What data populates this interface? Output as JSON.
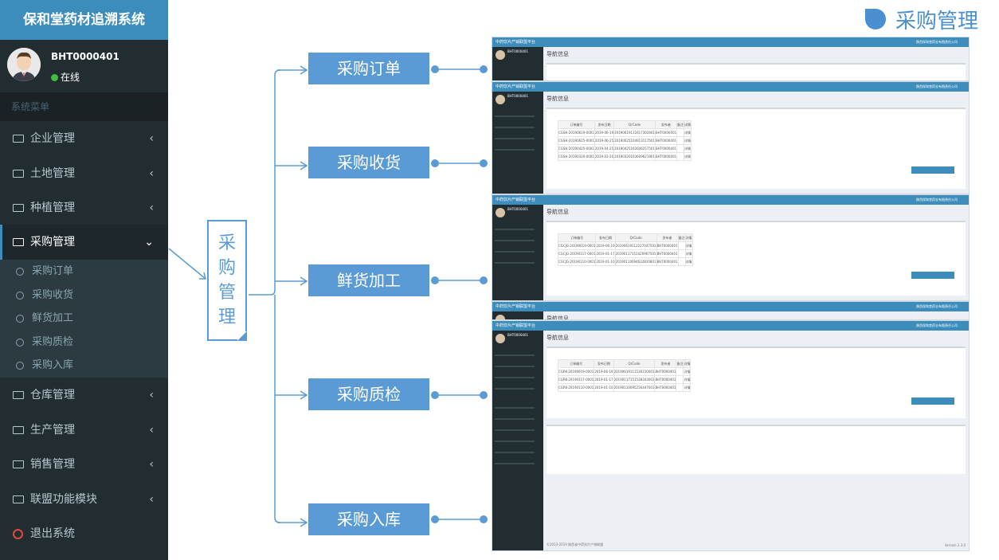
{
  "sidebar": {
    "brand": "保和堂药材追溯系统",
    "user": {
      "name": "BHT0000401",
      "status": "在线"
    },
    "section_header": "系统菜单",
    "menus": [
      {
        "label": "企业管理"
      },
      {
        "label": "土地管理"
      },
      {
        "label": "种植管理"
      },
      {
        "label": "采购管理"
      },
      {
        "label": "仓库管理"
      },
      {
        "label": "生产管理"
      },
      {
        "label": "销售管理"
      },
      {
        "label": "联盟功能模块"
      }
    ],
    "submenu": [
      "采购订单",
      "采购收货",
      "鲜货加工",
      "采购质检",
      "采购入库"
    ],
    "logout": "退出系统"
  },
  "page_title": "采购管理",
  "diagram": {
    "center_chars": [
      "采",
      "购",
      "管",
      "理"
    ],
    "nodes": [
      "采购订单",
      "采购收货",
      "鲜货加工",
      "采购质检",
      "采购入库"
    ]
  },
  "screens": {
    "platform_title": "中药饮片产销联盟平台",
    "company": "陕西保和堂药业有限责任公司",
    "nav_title": "导航信息",
    "user": "BHT0000401",
    "year": "2019",
    "footer": "©2013-2019 陕西省中药饮片产销联盟",
    "version": "Version 2.3.0",
    "table_head": [
      "订单编号",
      "发布日期",
      "QrCode",
      "发布者",
      "备注",
      "详情"
    ],
    "shot2_rows": [
      [
        "CGSH-20190619-0001",
        "2019-06-19",
        "20190619111617302601",
        "BHT0000401",
        "",
        "详情"
      ],
      [
        "CGSH-20190625-0001",
        "2019-06-25",
        "20190625104913117501",
        "BHT0000401",
        "",
        "详情"
      ],
      [
        "CGSH-20190425-0001",
        "2019-04-25",
        "20190425162646257501",
        "BHT0000401",
        "",
        "详情"
      ],
      [
        "CGSH-20190320-0001",
        "2019-03-20",
        "20190320103609621901",
        "BHT0000401",
        "",
        "详情"
      ]
    ],
    "shot3_rows": [
      [
        "CGCJG-20190619-0001",
        "2019-06-19",
        "20190619112227047501",
        "BHT0000401",
        "",
        "详情"
      ],
      [
        "CGCJG-20190117-0001",
        "2019-01-17",
        "20190117151420967501",
        "BHT0000401",
        "",
        "详情"
      ],
      [
        "CGCJG-20190110-0001",
        "2019-01-10",
        "20190110094632820801",
        "BHT0000401",
        "",
        "详情"
      ]
    ],
    "shot4_rows": [
      [
        "CGRK-20190619-0001",
        "2019-06-19",
        "20190619111530230001",
        "BHT0000401",
        "",
        "详情"
      ],
      [
        "CGRK-20190117-0001",
        "2019-01-17",
        "20190117151528343001",
        "BHT0000401",
        "",
        "详情"
      ],
      [
        "CGRK-20190110-0001",
        "2019-01-10",
        "20190110095256447001",
        "BHT0000401",
        "",
        "详情"
      ]
    ]
  },
  "colors": {
    "accent": "#5b9bd5",
    "sidebar": "#222d32",
    "brand": "#3c8dbc"
  }
}
